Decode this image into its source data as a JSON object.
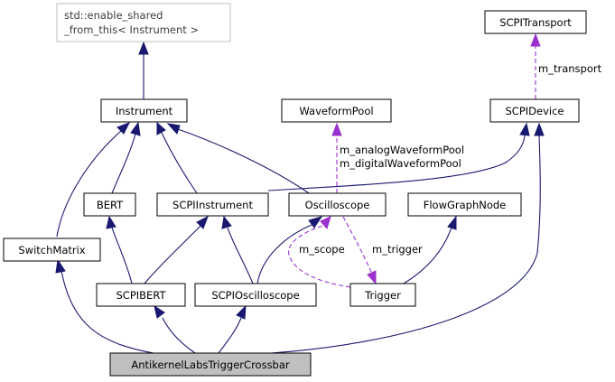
{
  "nodes": {
    "enable_shared": {
      "line1": "std::enable_shared",
      "line2": "_from_this< Instrument >"
    },
    "instrument": {
      "label": "Instrument"
    },
    "waveformpool": {
      "label": "WaveformPool"
    },
    "scpitransport": {
      "label": "SCPITransport"
    },
    "scpidevice": {
      "label": "SCPIDevice"
    },
    "bert": {
      "label": "BERT"
    },
    "scpiinstrument": {
      "label": "SCPIInstrument"
    },
    "oscilloscope": {
      "label": "Oscilloscope"
    },
    "flowgraphnode": {
      "label": "FlowGraphNode"
    },
    "switchmatrix": {
      "label": "SwitchMatrix"
    },
    "scpibert": {
      "label": "SCPIBERT"
    },
    "scpioscilloscope": {
      "label": "SCPIOscilloscope"
    },
    "trigger": {
      "label": "Trigger"
    },
    "target": {
      "label": "AntikernelLabsTriggerCrossbar"
    }
  },
  "edge_labels": {
    "transport": "m_transport",
    "pool_analog": "m_analogWaveformPool",
    "pool_digital": "m_digitalWaveformPool",
    "scope": "m_scope",
    "trigger": "m_trigger"
  },
  "colors": {
    "inheritance": "#191970",
    "usage": "#9a32cd",
    "focus_fill": "#bfbfbf",
    "external_border": "#bfbfbf"
  }
}
